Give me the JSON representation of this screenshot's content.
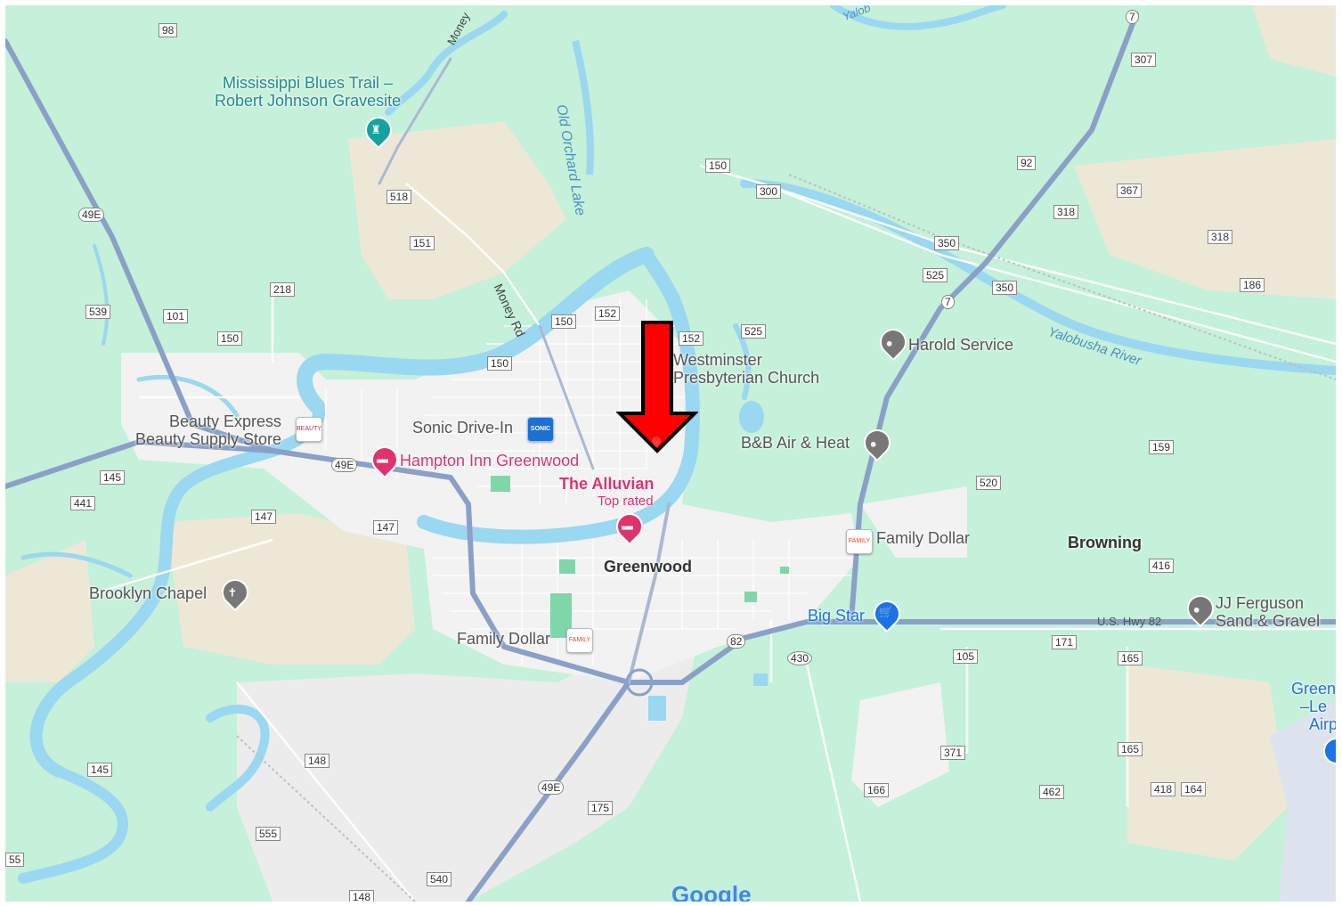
{
  "map": {
    "places": {
      "blues_trail": "Mississippi Blues Trail –",
      "blues_trail_2": "Robert Johnson Gravesite",
      "beauty_express": "Beauty Express",
      "beauty_express_2": "Beauty Supply Store",
      "sonic": "Sonic Drive-In",
      "hampton": "Hampton Inn Greenwood",
      "alluvian": "The Alluvian",
      "alluvian_sub": "Top rated",
      "westminster": "Westminster",
      "westminster_2": "Presbyterian Church",
      "harold": "Harold Service",
      "bb_air": "B&B Air & Heat",
      "family_dollar_1": "Family Dollar",
      "family_dollar_2": "Family Dollar",
      "browning": "Browning",
      "greenwood": "Greenwood",
      "brooklyn": "Brooklyn Chapel",
      "big_star": "Big Star",
      "jj_ferguson": "JJ Ferguson",
      "jj_ferguson_2": "Sand & Gravel",
      "airport_1": "Green",
      "airport_2": "–Le",
      "airport_3": "Airp"
    },
    "water": {
      "yalobusha_river": "Yalobusha River",
      "old_orchard_lake": "Old Orchard Lake",
      "yalo_top": "Yalob"
    },
    "roads": {
      "money_rd": "Money Rd",
      "money_top": "Money",
      "us_hwy_82": "U.S. Hwy 82"
    },
    "shields": [
      "98",
      "518",
      "151",
      "49E",
      "218",
      "539",
      "101",
      "150",
      "150",
      "150",
      "152",
      "152",
      "525",
      "150",
      "300",
      "92",
      "307",
      "7",
      "367",
      "318",
      "318",
      "186",
      "350",
      "525",
      "350",
      "7",
      "159",
      "520",
      "416",
      "145",
      "441",
      "147",
      "147",
      "49E",
      "82",
      "430",
      "171",
      "105",
      "165",
      "165",
      "371",
      "166",
      "462",
      "418",
      "164",
      "145",
      "148",
      "49E",
      "175",
      "555",
      "540",
      "148",
      "55"
    ],
    "brand": {
      "beauty": "BEAUTY",
      "sonic": "SONIC",
      "family_dollar": "FAMILY DOLLAR"
    },
    "marker": {
      "color": "#ff0000"
    },
    "attribution": "Google"
  }
}
